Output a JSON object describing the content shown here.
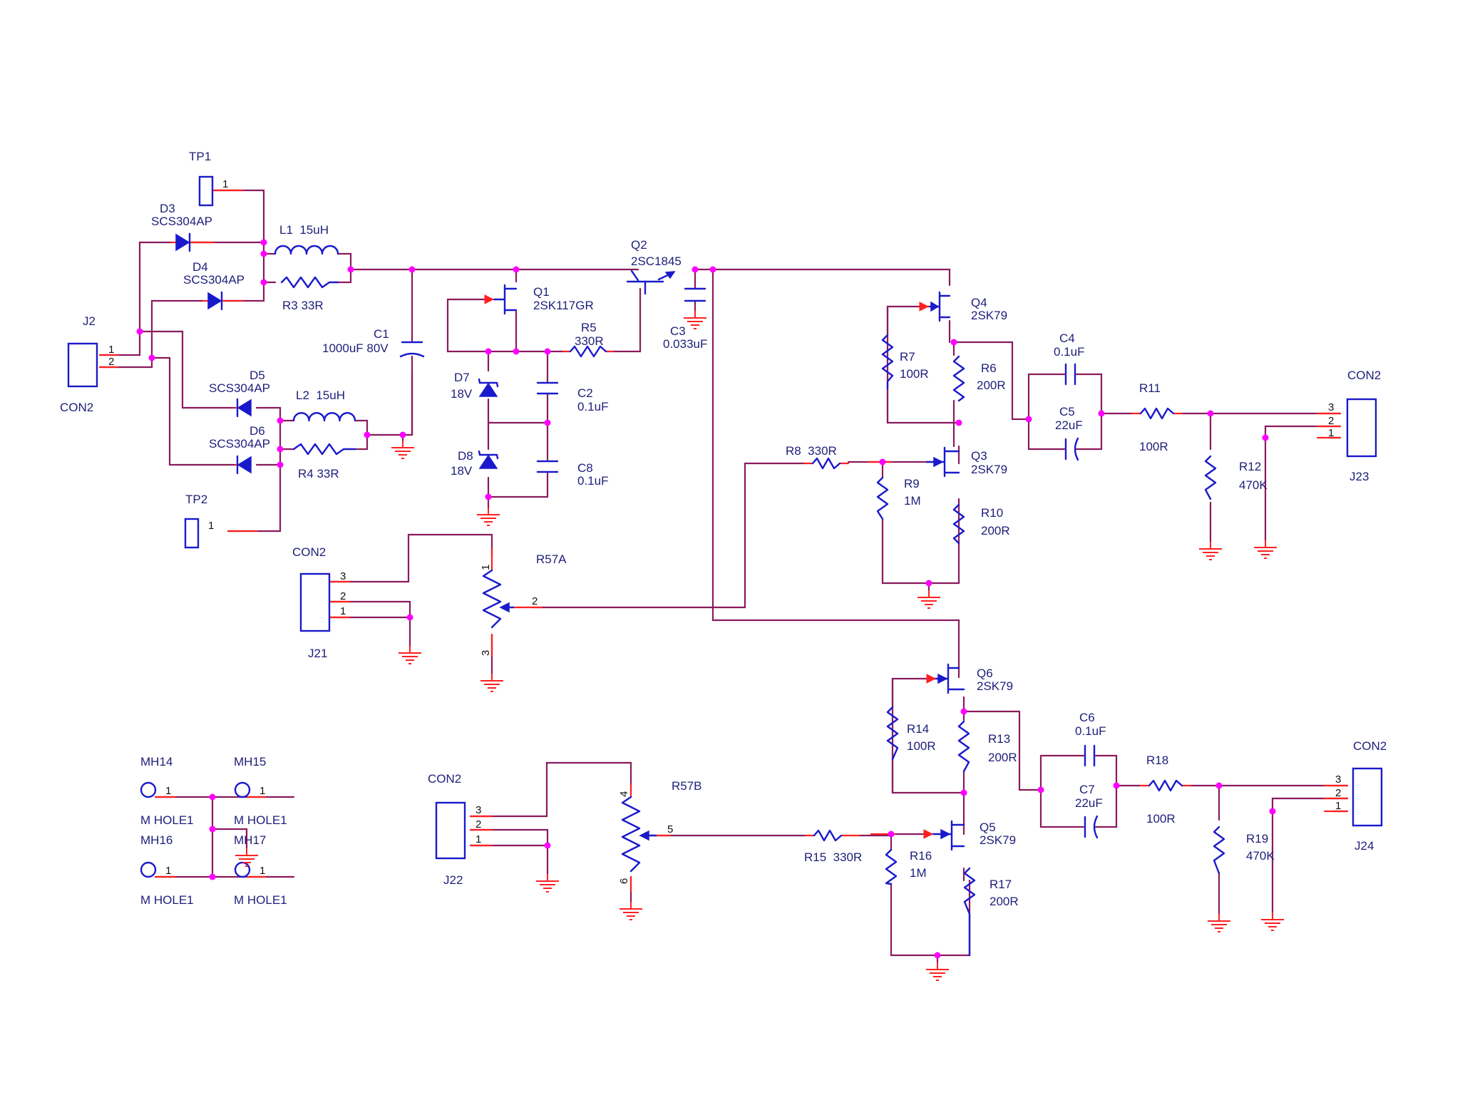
{
  "schematic": {
    "tp1": {
      "ref": "TP1",
      "pin": "1"
    },
    "tp2": {
      "ref": "TP2",
      "pin": "1"
    },
    "d3": {
      "ref": "D3",
      "part": "SCS304AP"
    },
    "d4": {
      "ref": "D4",
      "part": "SCS304AP"
    },
    "d5": {
      "ref": "D5",
      "part": "SCS304AP"
    },
    "d6": {
      "ref": "D6",
      "part": "SCS304AP"
    },
    "l1": {
      "label": "L1  15uH"
    },
    "l2": {
      "label": "L2  15uH"
    },
    "r3": {
      "label": "R3 33R"
    },
    "r4": {
      "label": "R4 33R"
    },
    "c1": {
      "ref": "C1",
      "value": "1000uF 80V"
    },
    "j2": {
      "ref": "J2",
      "type": "CON2",
      "pins": [
        "1",
        "2"
      ]
    },
    "q1": {
      "ref": "Q1",
      "part": "2SK117GR"
    },
    "q2": {
      "ref": "Q2",
      "part": "2SC1845"
    },
    "c3": {
      "ref": "C3",
      "value": "0.033uF"
    },
    "r5": {
      "ref": "R5",
      "value": "330R"
    },
    "d7": {
      "ref": "D7",
      "value": "18V"
    },
    "d8": {
      "ref": "D8",
      "value": "18V"
    },
    "c2": {
      "ref": "C2",
      "value": "0.1uF"
    },
    "c8": {
      "ref": "C8",
      "value": "0.1uF"
    },
    "q4": {
      "ref": "Q4",
      "part": "2SK79"
    },
    "q3": {
      "ref": "Q3",
      "part": "2SK79"
    },
    "r7": {
      "ref": "R7",
      "value": "100R"
    },
    "r6": {
      "ref": "R6",
      "value": "200R"
    },
    "r8": {
      "label": "R8  330R"
    },
    "r9": {
      "ref": "R9",
      "value": "1M"
    },
    "r10": {
      "ref": "R10",
      "value": "200R"
    },
    "c4": {
      "ref": "C4",
      "value": "0.1uF"
    },
    "c5": {
      "ref": "C5",
      "value": "22uF"
    },
    "r11": {
      "ref": "R11",
      "value": "100R"
    },
    "r12": {
      "ref": "R12",
      "value": "470K"
    },
    "j23": {
      "ref": "J23",
      "type": "CON2",
      "pins": [
        "3",
        "2",
        "1"
      ]
    },
    "j21": {
      "ref": "J21",
      "type": "CON2",
      "pins": [
        "3",
        "2",
        "1"
      ]
    },
    "r57a": {
      "ref": "R57A",
      "pins": [
        "1",
        "2",
        "3"
      ]
    },
    "q6": {
      "ref": "Q6",
      "part": "2SK79"
    },
    "q5": {
      "ref": "Q5",
      "part": "2SK79"
    },
    "r14": {
      "ref": "R14",
      "value": "100R"
    },
    "r13": {
      "ref": "R13",
      "value": "200R"
    },
    "r15": {
      "label": "R15  330R"
    },
    "r16": {
      "ref": "R16",
      "value": "1M"
    },
    "r17": {
      "ref": "R17",
      "value": "200R"
    },
    "c6": {
      "ref": "C6",
      "value": "0.1uF"
    },
    "c7": {
      "ref": "C7",
      "value": "22uF"
    },
    "r18": {
      "ref": "R18",
      "value": "100R"
    },
    "r19": {
      "ref": "R19",
      "value": "470K"
    },
    "j24": {
      "ref": "J24",
      "type": "CON2",
      "pins": [
        "3",
        "2",
        "1"
      ]
    },
    "j22": {
      "ref": "J22",
      "type": "CON2",
      "pins": [
        "3",
        "2",
        "1"
      ]
    },
    "r57b": {
      "ref": "R57B",
      "pins": [
        "4",
        "5",
        "6"
      ]
    },
    "mh14": {
      "ref": "MH14",
      "part": "M HOLE1",
      "pin": "1"
    },
    "mh15": {
      "ref": "MH15",
      "part": "M HOLE1",
      "pin": "1"
    },
    "mh16": {
      "ref": "MH16",
      "part": "M HOLE1",
      "pin": "1"
    },
    "mh17": {
      "ref": "MH17",
      "part": "M HOLE1",
      "pin": "1"
    }
  }
}
